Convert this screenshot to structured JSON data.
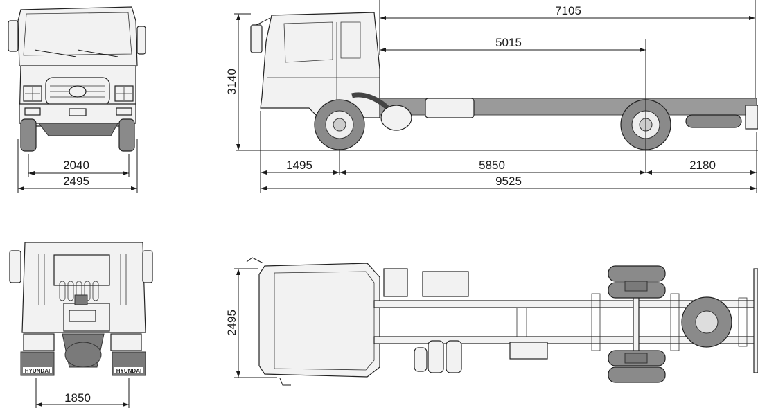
{
  "dimensions": {
    "front_track": "2040",
    "front_width": "2495",
    "rear_track": "1850",
    "height": "3140",
    "cab_to_end": "7105",
    "cab_to_axle": "5015",
    "front_overhang": "1495",
    "wheelbase": "5850",
    "rear_overhang": "2180",
    "overall_length": "9525",
    "top_width": "2495"
  },
  "logos": {
    "rear_left": "HYUNDAI",
    "rear_right": "HYUNDAI"
  }
}
